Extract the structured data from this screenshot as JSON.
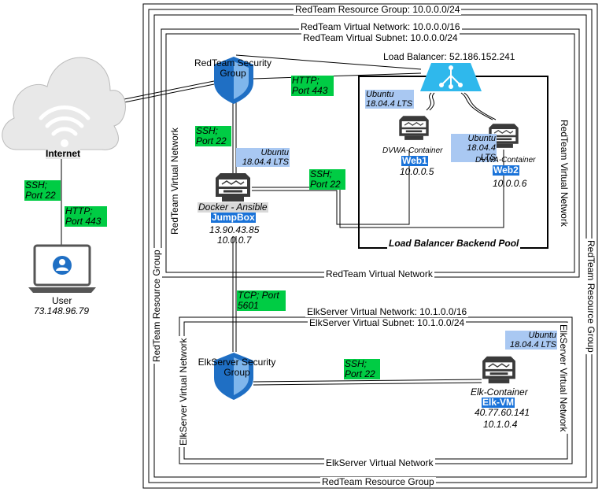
{
  "boundaries": {
    "resource_group": "RedTeam Resource Group: 10.0.0.0/24",
    "resource_group_bottom": "RedTeam Resource Group",
    "resource_group_left": "RedTeam Resource Group",
    "resource_group_right": "RedTeam Resource Group",
    "redteam_vnet": "RedTeam Virtual Network: 10.0.0.0/16",
    "redteam_subnet": "RedTeam Virtual Subnet: 10.0.0.0/24",
    "redteam_vnet_bottom": "RedTeam Virtual Network",
    "redteam_vnet_left": "RedTeam Virtual Network",
    "redteam_vnet_right": "RedTeam Virtual Network",
    "elk_vnet": "ElkServer Virtual Network: 10.1.0.0/16",
    "elk_subnet": "ElkServer Virtual Subnet: 10.1.0.0/24",
    "elk_vnet_bottom": "ElkServer Virtual Network",
    "elk_vnet_left": "ElkServer Virtual Network",
    "elk_vnet_right": "ElkServer Virtual Network"
  },
  "internet": {
    "label": "Internet"
  },
  "user": {
    "label": "User",
    "ip": "73.148.96.79"
  },
  "redteam_nsg": {
    "label": "RedTeam Security Group"
  },
  "elk_nsg": {
    "label": "ElkServer Security Group"
  },
  "load_balancer": {
    "label": "Load Balancer: 52.186.152.241",
    "pool_label": "Load Balancer Backend Pool"
  },
  "jumpbox": {
    "os": "Ubuntu 18.04.4 LTS",
    "container": "Docker - Ansible",
    "name": "JumpBox",
    "public_ip": "13.90.43.85",
    "private_ip": "10.0.0.7"
  },
  "web1": {
    "os": "Ubuntu 18.04.4 LTS",
    "container": "DVWA-Container",
    "name": "Web1",
    "ip": "10.0.0.5"
  },
  "web2": {
    "os": "Ubuntu 18.04.4 LTS",
    "container": "DVWA-Container",
    "name": "Web2",
    "ip": "10.0.0.6"
  },
  "elk_vm": {
    "os": "Ubuntu 18.04.4 LTS",
    "container": "Elk-Container",
    "name": "Elk-VM",
    "public_ip": "40.77.60.141",
    "private_ip": "10.1.0.4"
  },
  "connections": {
    "user_ssh": "SSH; Port 22",
    "user_http": "HTTP; Port 443",
    "nsg_http": "HTTP; Port 443",
    "nsg_ssh": "SSH; Port 22",
    "jump_ssh": "SSH; Port 22",
    "tcp": "TCP; Port 5601",
    "elk_ssh": "SSH; Port 22"
  },
  "colors": {
    "nsg_blue": "#1f6fc4",
    "lb_blue": "#2fb8ec",
    "cloud_grey": "#e8e8e8",
    "port_green": "#00cc44",
    "os_blue": "#a9c8f2",
    "name_blue": "#1a73d9"
  }
}
